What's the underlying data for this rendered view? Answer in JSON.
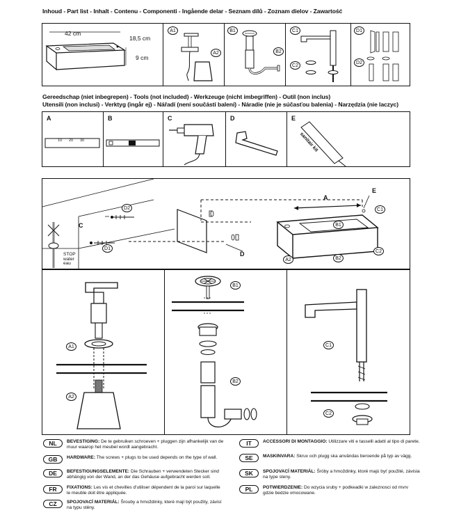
{
  "headings": {
    "contents": "Inhoud - Part list - Inhalt - Contenu - Componenti - Ingående delar - Seznam dílů - Zoznam dielov - Zawartość",
    "tools_line1": "Gereedschap (niet inbegrepen) - Tools (not included) - Werkzeuge (nicht imbegriffen) - Outil (non inclus)",
    "tools_line2": "Utensili (non inclusi) - Verktyg (ingår ej) - Nářadí (není součástí balení) - Náradie (nie je súčasťou balenia) - Narzędzia (nie laczyc)"
  },
  "parts": {
    "dim_length": "42 cm",
    "dim_depth": "18,5 cm",
    "dim_height": "9 cm",
    "labels": [
      "A1",
      "A2",
      "B1",
      "B2",
      "C1",
      "C2",
      "D1",
      "D2"
    ]
  },
  "tools": {
    "items": [
      {
        "letter": "A"
      },
      {
        "letter": "B"
      },
      {
        "letter": "C"
      },
      {
        "letter": "D"
      },
      {
        "letter": "E"
      }
    ],
    "ruler_ticks": [
      "10",
      "20",
      "30"
    ],
    "sanitair_label": "sanitair kit"
  },
  "assembly": {
    "labels": {
      "C": "C",
      "D": "D",
      "A": "A",
      "E": "E",
      "D1": "D1",
      "D2": "D2",
      "C1": "C1",
      "C2": "C2",
      "A2": "A2",
      "B1": "B1",
      "B2": "B2"
    },
    "stop_text": [
      "STOP",
      "water",
      "eau"
    ]
  },
  "details": {
    "labels": [
      "A1",
      "A2",
      "B1",
      "B2",
      "C1",
      "C2"
    ]
  },
  "languages": [
    {
      "code": "NL",
      "title": "BEVESTIGING:",
      "text": "De te gebruiken schroeven + pluggen zijn afhankelijk van de muur waarop het meubel wordt aangebracht."
    },
    {
      "code": "GB",
      "title": "HARDWARE:",
      "text": "The screws + plugs to be used depends on the type of wall."
    },
    {
      "code": "DE",
      "title": "BEFESTIGUNGSELEMENTE:",
      "text": "Die Schrauben + verwendeten Stecker sind abhängig von der Wand, an der das Gehäuse aufgebracht werden soll."
    },
    {
      "code": "FR",
      "title": "FIXATIONS:",
      "text": "Les vis et chevilles d'utiliser dépendent de la paroi sur laquelle le meuble doit être appliquée."
    },
    {
      "code": "CZ",
      "title": "SPOJOVACÍ MATERIÁL:",
      "text": "Šrouby a hmoždinky, které mají být použity, závisí na typu stěny."
    },
    {
      "code": "IT",
      "title": "ACCESSORI DI MONTAGGIO:",
      "text": "Utilizzare viti e tasselli adatti al tipo di parete."
    },
    {
      "code": "SE",
      "title": "MASKINVARA:",
      "text": "Skruv och plugg ska användas beroende på typ av vägg."
    },
    {
      "code": "SK",
      "title": "SPOJOVACÍ MATERIÁL:",
      "text": "Šróby a hmoždinky, ktoré majú byť použité, závisia na type steny."
    },
    {
      "code": "PL",
      "title": "POTWIERDZENIE:",
      "text": "Do wzycia sruby + podkeadki w zaleznosci od mvrv gdzie bedzie vmocowane."
    }
  ]
}
